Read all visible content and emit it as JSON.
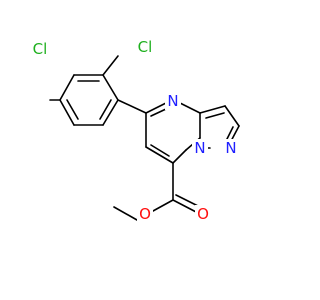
{
  "molecule": {
    "atoms": {
      "cl_top": "Cl",
      "cl_left": "Cl",
      "n_pyrimidine": "N",
      "n_bridge": "N",
      "n_pyrazole": "N",
      "o_carbonyl": "O",
      "o_ester": "O"
    }
  },
  "colors": {
    "bond": "#000000",
    "chlorine": "#1fb01f",
    "nitrogen": "#2020ff",
    "oxygen": "#ff0d0d"
  }
}
